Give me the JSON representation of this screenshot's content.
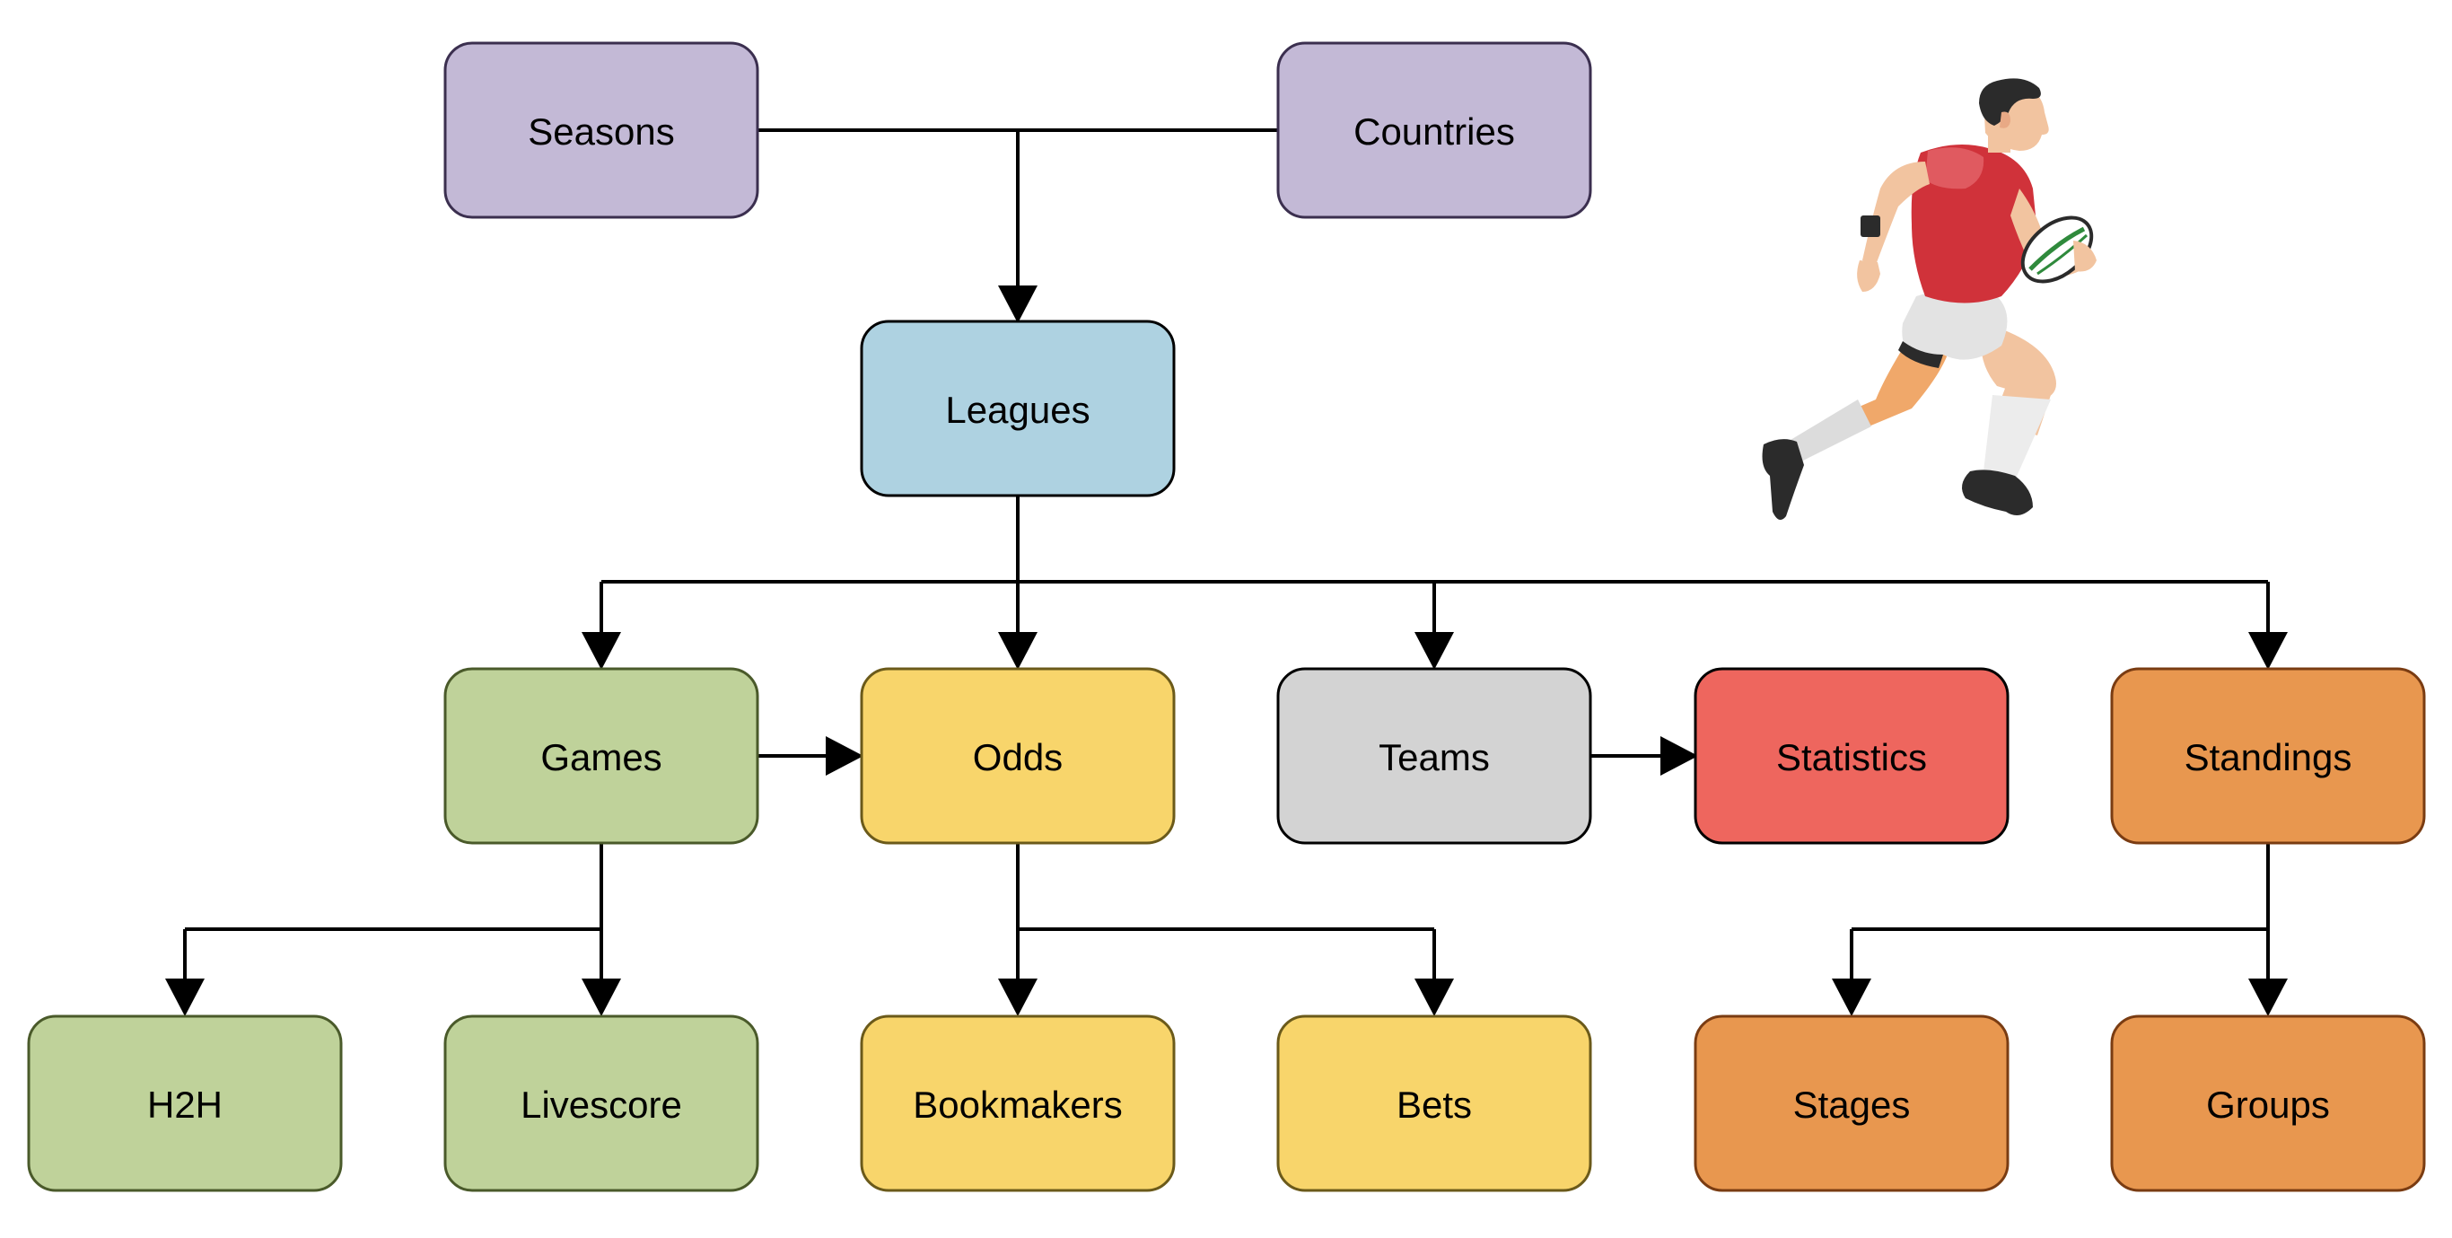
{
  "diagram": {
    "nodes": [
      {
        "id": "seasons",
        "label": "Seasons",
        "fill": "#c3b9d6",
        "stroke": "#3b2f4f"
      },
      {
        "id": "countries",
        "label": "Countries",
        "fill": "#c3b9d6",
        "stroke": "#3b2f4f"
      },
      {
        "id": "leagues",
        "label": "Leagues",
        "fill": "#aed2e1",
        "stroke": "#000000"
      },
      {
        "id": "games",
        "label": "Games",
        "fill": "#bfd29a",
        "stroke": "#4a5a2a"
      },
      {
        "id": "odds",
        "label": "Odds",
        "fill": "#f8d56b",
        "stroke": "#6b5a1a"
      },
      {
        "id": "teams",
        "label": "Teams",
        "fill": "#d3d3d3",
        "stroke": "#000000"
      },
      {
        "id": "statistics",
        "label": "Statistics",
        "fill": "#ee665e",
        "stroke": "#000000"
      },
      {
        "id": "standings",
        "label": "Standings",
        "fill": "#e8974f",
        "stroke": "#7a3c12"
      },
      {
        "id": "h2h",
        "label": "H2H",
        "fill": "#bfd29a",
        "stroke": "#4a5a2a"
      },
      {
        "id": "livescore",
        "label": "Livescore",
        "fill": "#bfd29a",
        "stroke": "#4a5a2a"
      },
      {
        "id": "bookmakers",
        "label": "Bookmakers",
        "fill": "#f8d56b",
        "stroke": "#6b5a1a"
      },
      {
        "id": "bets",
        "label": "Bets",
        "fill": "#f8d56b",
        "stroke": "#6b5a1a"
      },
      {
        "id": "stages",
        "label": "Stages",
        "fill": "#e8974f",
        "stroke": "#7a3c12"
      },
      {
        "id": "groups",
        "label": "Groups",
        "fill": "#e8974f",
        "stroke": "#7a3c12"
      }
    ],
    "edges": [
      {
        "from": "seasons",
        "to": "leagues"
      },
      {
        "from": "countries",
        "to": "leagues"
      },
      {
        "from": "leagues",
        "to": "games"
      },
      {
        "from": "leagues",
        "to": "odds"
      },
      {
        "from": "leagues",
        "to": "teams"
      },
      {
        "from": "leagues",
        "to": "standings"
      },
      {
        "from": "games",
        "to": "odds"
      },
      {
        "from": "teams",
        "to": "statistics"
      },
      {
        "from": "games",
        "to": "h2h"
      },
      {
        "from": "games",
        "to": "livescore"
      },
      {
        "from": "odds",
        "to": "bookmakers"
      },
      {
        "from": "odds",
        "to": "bets"
      },
      {
        "from": "standings",
        "to": "stages"
      },
      {
        "from": "standings",
        "to": "groups"
      }
    ],
    "illustration": {
      "icon": "rugby-player-icon",
      "jersey_color": "#d0323a"
    }
  }
}
